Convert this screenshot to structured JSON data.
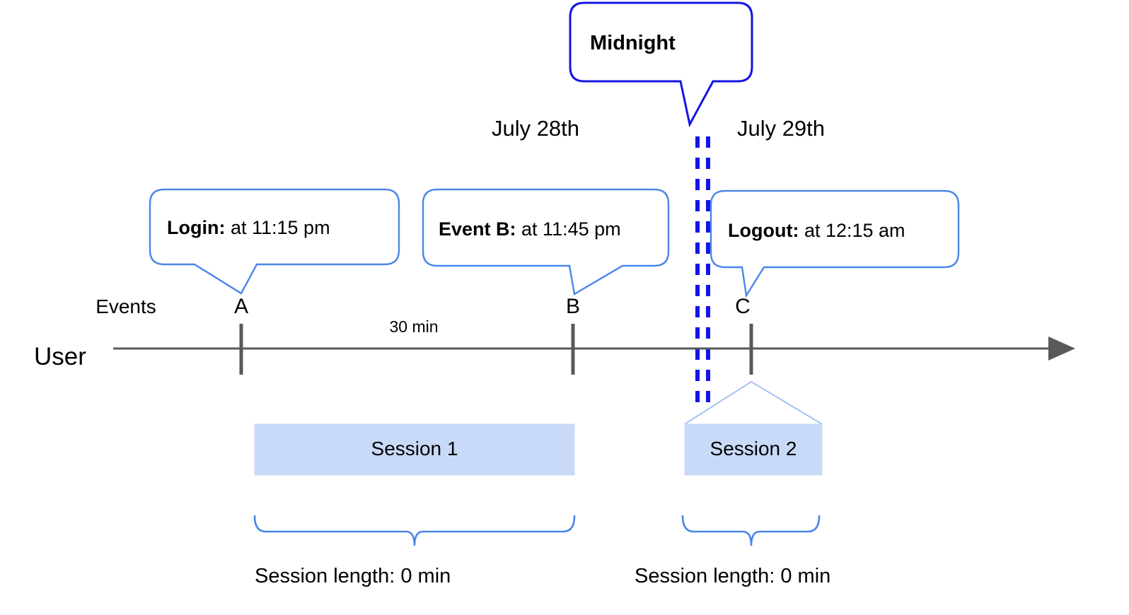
{
  "diagram": {
    "title_callout": {
      "label": "Midnight"
    },
    "dates": {
      "left": "July 28th",
      "right": "July 29th"
    },
    "lanes": {
      "events": "Events",
      "user": "User"
    },
    "event_callouts": [
      {
        "lead": "Login:",
        "detail": " at 11:15 pm"
      },
      {
        "lead": "Event B:",
        "detail": " at 11:45 pm"
      },
      {
        "lead": "Logout:",
        "detail": " at 12:15 am"
      }
    ],
    "event_markers": [
      {
        "label": "A"
      },
      {
        "label": "B"
      },
      {
        "label": "C"
      }
    ],
    "gap_label": "30 min",
    "sessions": [
      {
        "name": "Session 1",
        "length_label": "Session length: 0 min"
      },
      {
        "name": "Session 2",
        "length_label": "Session length: 0 min"
      }
    ],
    "colors": {
      "callout_border": "#4a86e8",
      "midnight_border": "#1414e6",
      "midnight_dash": "#1414e6",
      "axis": "#595959",
      "session_fill": "#c9daf8",
      "tent": "#a4c2f4",
      "brace": "#4a86e8",
      "text": "#000000"
    }
  }
}
